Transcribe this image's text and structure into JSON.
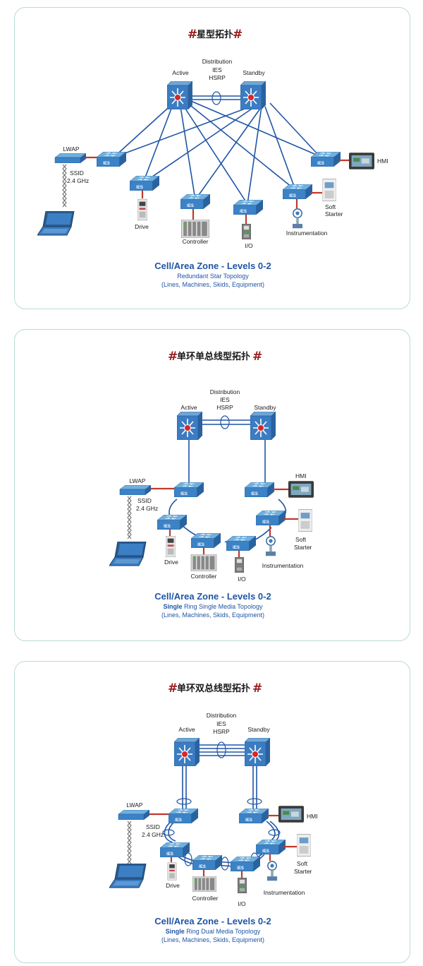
{
  "panels": [
    {
      "title": "星型拓扑",
      "labels": {
        "distribution": "Distribution",
        "ies": "IES",
        "hsrp": "HSRP",
        "active": "Active",
        "standby": "Standby",
        "lwap": "LWAP",
        "ssid": "SSID",
        "ghz": "2.4 GHz",
        "drive": "Drive",
        "controller": "Controller",
        "io": "I/O",
        "instrumentation": "Instrumentation",
        "soft": "Soft",
        "starter": "Starter",
        "hmi": "HMI",
        "switch": "IES"
      },
      "zone": "Cell/Area Zone - Levels 0-2",
      "topology": "Redundant Star Topology",
      "scope": "(Lines, Machines, Skids, Equipment)"
    },
    {
      "title": "单环单总线型拓扑",
      "labels": {
        "distribution": "Distribution",
        "ies": "IES",
        "hsrp": "HSRP",
        "active": "Active",
        "standby": "Standby",
        "lwap": "LWAP",
        "ssid": "SSID",
        "ghz": "2.4 GHz",
        "drive": "Drive",
        "controller": "Controller",
        "io": "I/O",
        "instrumentation": "Instrumentation",
        "soft": "Soft",
        "starter": "Starter",
        "hmi": "HMI",
        "switch": "IES"
      },
      "zone": "Cell/Area Zone - Levels 0-2",
      "topology_bold": "Single",
      "topology_rest": " Ring Single Media Topology",
      "scope": "(Lines, Machines, Skids, Equipment)"
    },
    {
      "title": "单环双总线型拓扑",
      "labels": {
        "distribution": "Distribution",
        "ies": "IES",
        "hsrp": "HSRP",
        "active": "Active",
        "standby": "Standby",
        "lwap": "LWAP",
        "ssid": "SSID",
        "ghz": "2.4 GHz",
        "drive": "Drive",
        "controller": "Controller",
        "io": "I/O",
        "instrumentation": "Instrumentation",
        "soft": "Soft",
        "starter": "Starter",
        "hmi": "HMI",
        "switch": "IES"
      },
      "zone": "Cell/Area Zone - Levels 0-2",
      "topology_bold": "Single",
      "topology_rest": " Ring Dual Media Topology",
      "scope": "(Lines, Machines, Skids, Equipment)"
    }
  ],
  "colors": {
    "accent": "#1f55a6",
    "hash": "#9b1c1c",
    "border": "#b9dcd8",
    "link_red": "#c0392b",
    "router_red": "#d62828"
  }
}
